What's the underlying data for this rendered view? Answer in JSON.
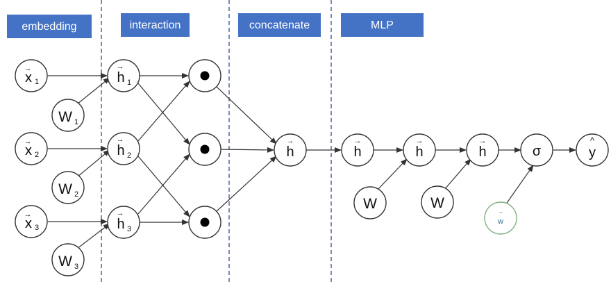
{
  "colors": {
    "header_fill": "#4472c4",
    "divider": "#2f4f8f",
    "node_stroke": "#333333",
    "edge": "#333333",
    "small_node_stroke": "#7fb07f",
    "small_node_text": "#2e6e8e"
  },
  "stages": {
    "embedding": "embedding",
    "interaction": "interaction",
    "concatenate": "concatenate",
    "mlp": "MLP"
  },
  "nodes": {
    "x1": {
      "label": "x",
      "sub": "1",
      "arrow": "→"
    },
    "x2": {
      "label": "x",
      "sub": "2",
      "arrow": "→"
    },
    "x3": {
      "label": "x",
      "sub": "3",
      "arrow": "→"
    },
    "w1": {
      "label": "W",
      "sub": "1"
    },
    "w2": {
      "label": "W",
      "sub": "2"
    },
    "w3": {
      "label": "W",
      "sub": "3"
    },
    "h1": {
      "label": "h",
      "sub": "1",
      "arrow": "→"
    },
    "h2": {
      "label": "h",
      "sub": "2",
      "arrow": "→"
    },
    "h3": {
      "label": "h",
      "sub": "3",
      "arrow": "→"
    },
    "dot1": {
      "label": "●"
    },
    "dot2": {
      "label": "●"
    },
    "dot3": {
      "label": "●"
    },
    "h_concat": {
      "label": "h",
      "arrow": "→"
    },
    "h_mlp1": {
      "label": "h",
      "arrow": "→"
    },
    "h_mlp2": {
      "label": "h",
      "arrow": "→"
    },
    "h_mlp3": {
      "label": "h",
      "arrow": "→"
    },
    "w_mlp1": {
      "label": "W"
    },
    "w_mlp2": {
      "label": "W"
    },
    "w_small": {
      "label": "w",
      "arrow": "→"
    },
    "sigma": {
      "label": "σ"
    },
    "y_hat": {
      "label": "y",
      "hat": "^"
    }
  }
}
